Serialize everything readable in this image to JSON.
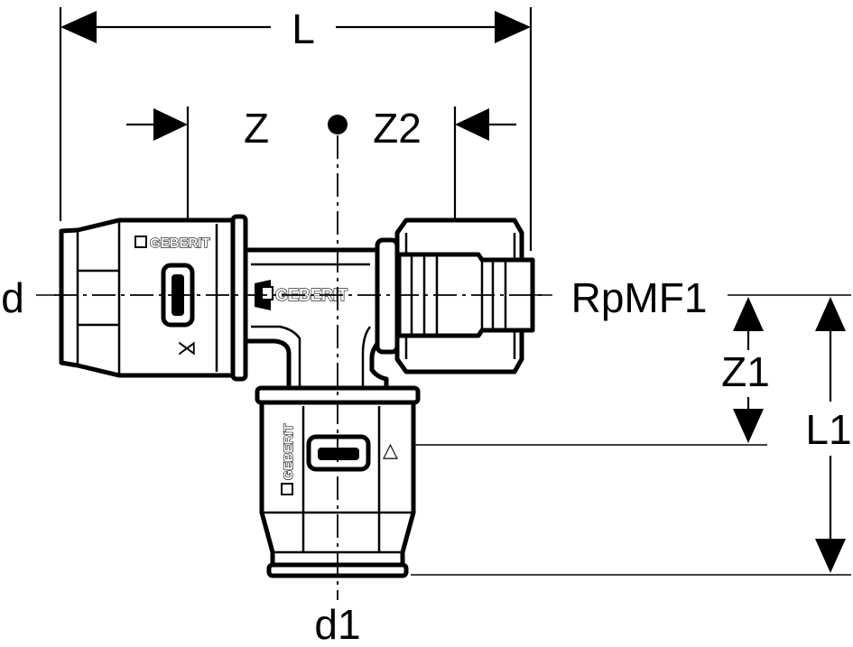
{
  "diagram": {
    "dimension_labels": {
      "L": "L",
      "Z": "Z",
      "Z2": "Z2",
      "d": "d",
      "RpMF1": "RpMF1",
      "Z1": "Z1",
      "L1": "L1",
      "d1": "d1"
    },
    "brand_marks": {
      "left": "GEBERIT",
      "center": "GEBERIT",
      "bottom": "GEBERIT"
    },
    "colors": {
      "line": "#000000",
      "background": "#ffffff"
    }
  }
}
